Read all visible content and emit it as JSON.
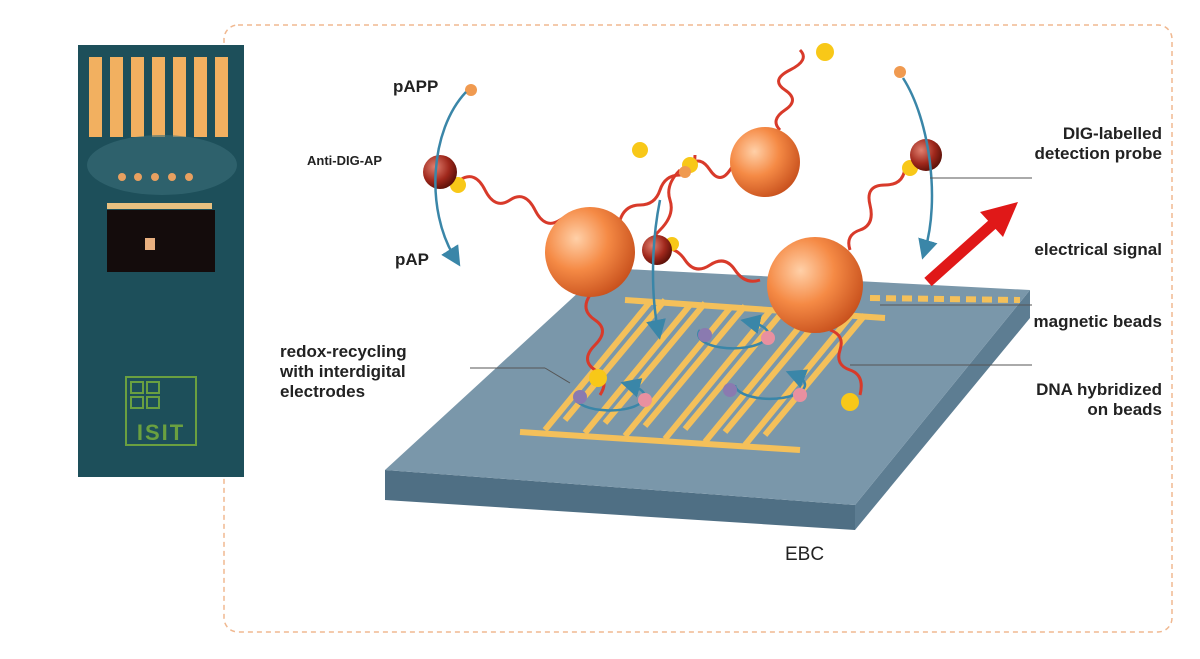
{
  "chip_photo": {
    "logo_text": "ISIT"
  },
  "labels": {
    "papp": "pAPP",
    "anti_dig_ap": "Anti-DIG-AP",
    "pap": "pAP",
    "dig_probe": "DIG-labelled\ndetection probe",
    "electrical_signal": "electrical signal",
    "magnetic_beads": "magnetic beads",
    "dna_hybridized": "DNA hybridized\non beads",
    "redox": "redox-recycling\nwith interdigital\nelectrodes",
    "ebc": "EBC"
  },
  "colors": {
    "platform": "#6a8aa0",
    "electrode": "#f4c05a",
    "bead": "#f07a38",
    "arrow": "#3a86a8",
    "signal": "#e01818",
    "border": "#f0b890"
  }
}
